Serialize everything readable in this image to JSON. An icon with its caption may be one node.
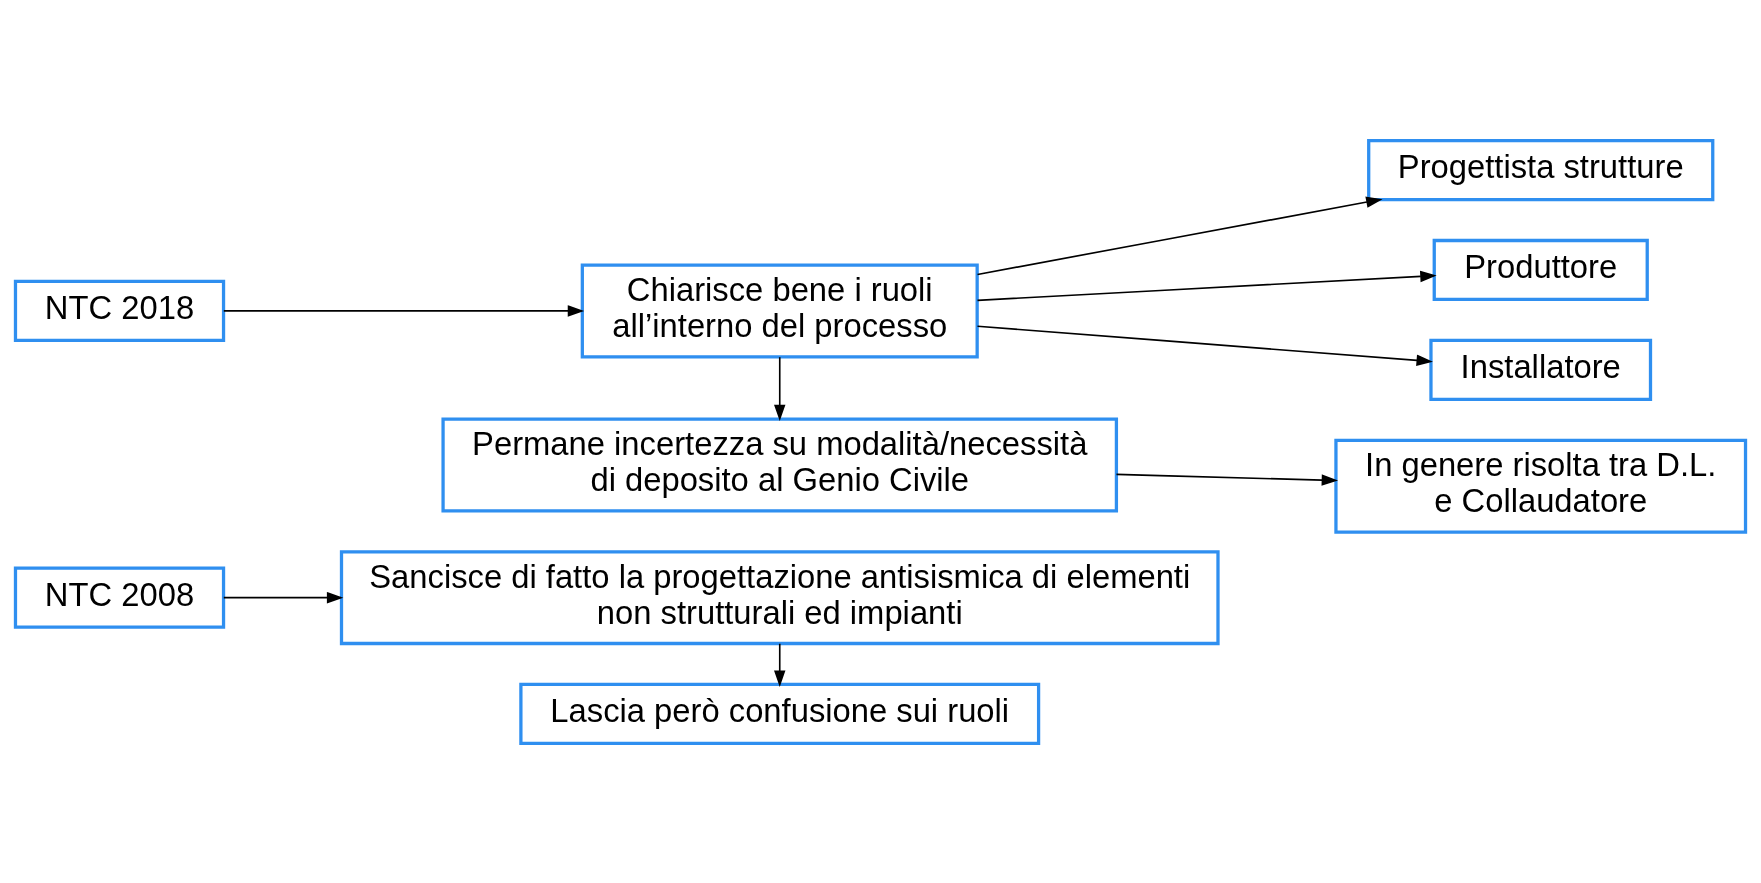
{
  "diagram": {
    "nodes": [
      {
        "text": [
          "NTC 2008"
        ]
      },
      {
        "text": [
          "Sancisce di fatto la progettazione antisismica di elementi non strutturali ed impianti"
        ]
      },
      {
        "text": [
          "Lascia però confusione sui ruoli"
        ]
      },
      {
        "text": [
          "NTC 2018"
        ]
      },
      {
        "text": [
          "Chiarisce bene i ruoli all’interno del processo"
        ]
      },
      {
        "text": [
          "Progettista strutture"
        ]
      },
      {
        "text": [
          "Produttore"
        ]
      },
      {
        "text": [
          "Installatore"
        ]
      },
      {
        "text": [
          "Permane incertezza su modalità/necessità di deposito al Genio Civile"
        ]
      },
      {
        "text": [
          "In genere risolta tra D.L. e Collaudatore"
        ]
      }
    ],
    "edges": [
      {
        "from": 0,
        "to": 1,
        "arrow": "to"
      },
      {
        "from": 1,
        "to": 2,
        "arrow": "to"
      },
      {
        "from": 3,
        "to": 4,
        "arrow": "to"
      },
      {
        "from": 4,
        "to": 5,
        "arrow": "to"
      },
      {
        "from": 4,
        "to": 6,
        "arrow": "to"
      },
      {
        "from": 4,
        "to": 7,
        "arrow": "to"
      },
      {
        "from": 4,
        "to": 8,
        "arrow": "to"
      },
      {
        "from": 8,
        "to": 9,
        "arrow": "to"
      }
    ]
  }
}
